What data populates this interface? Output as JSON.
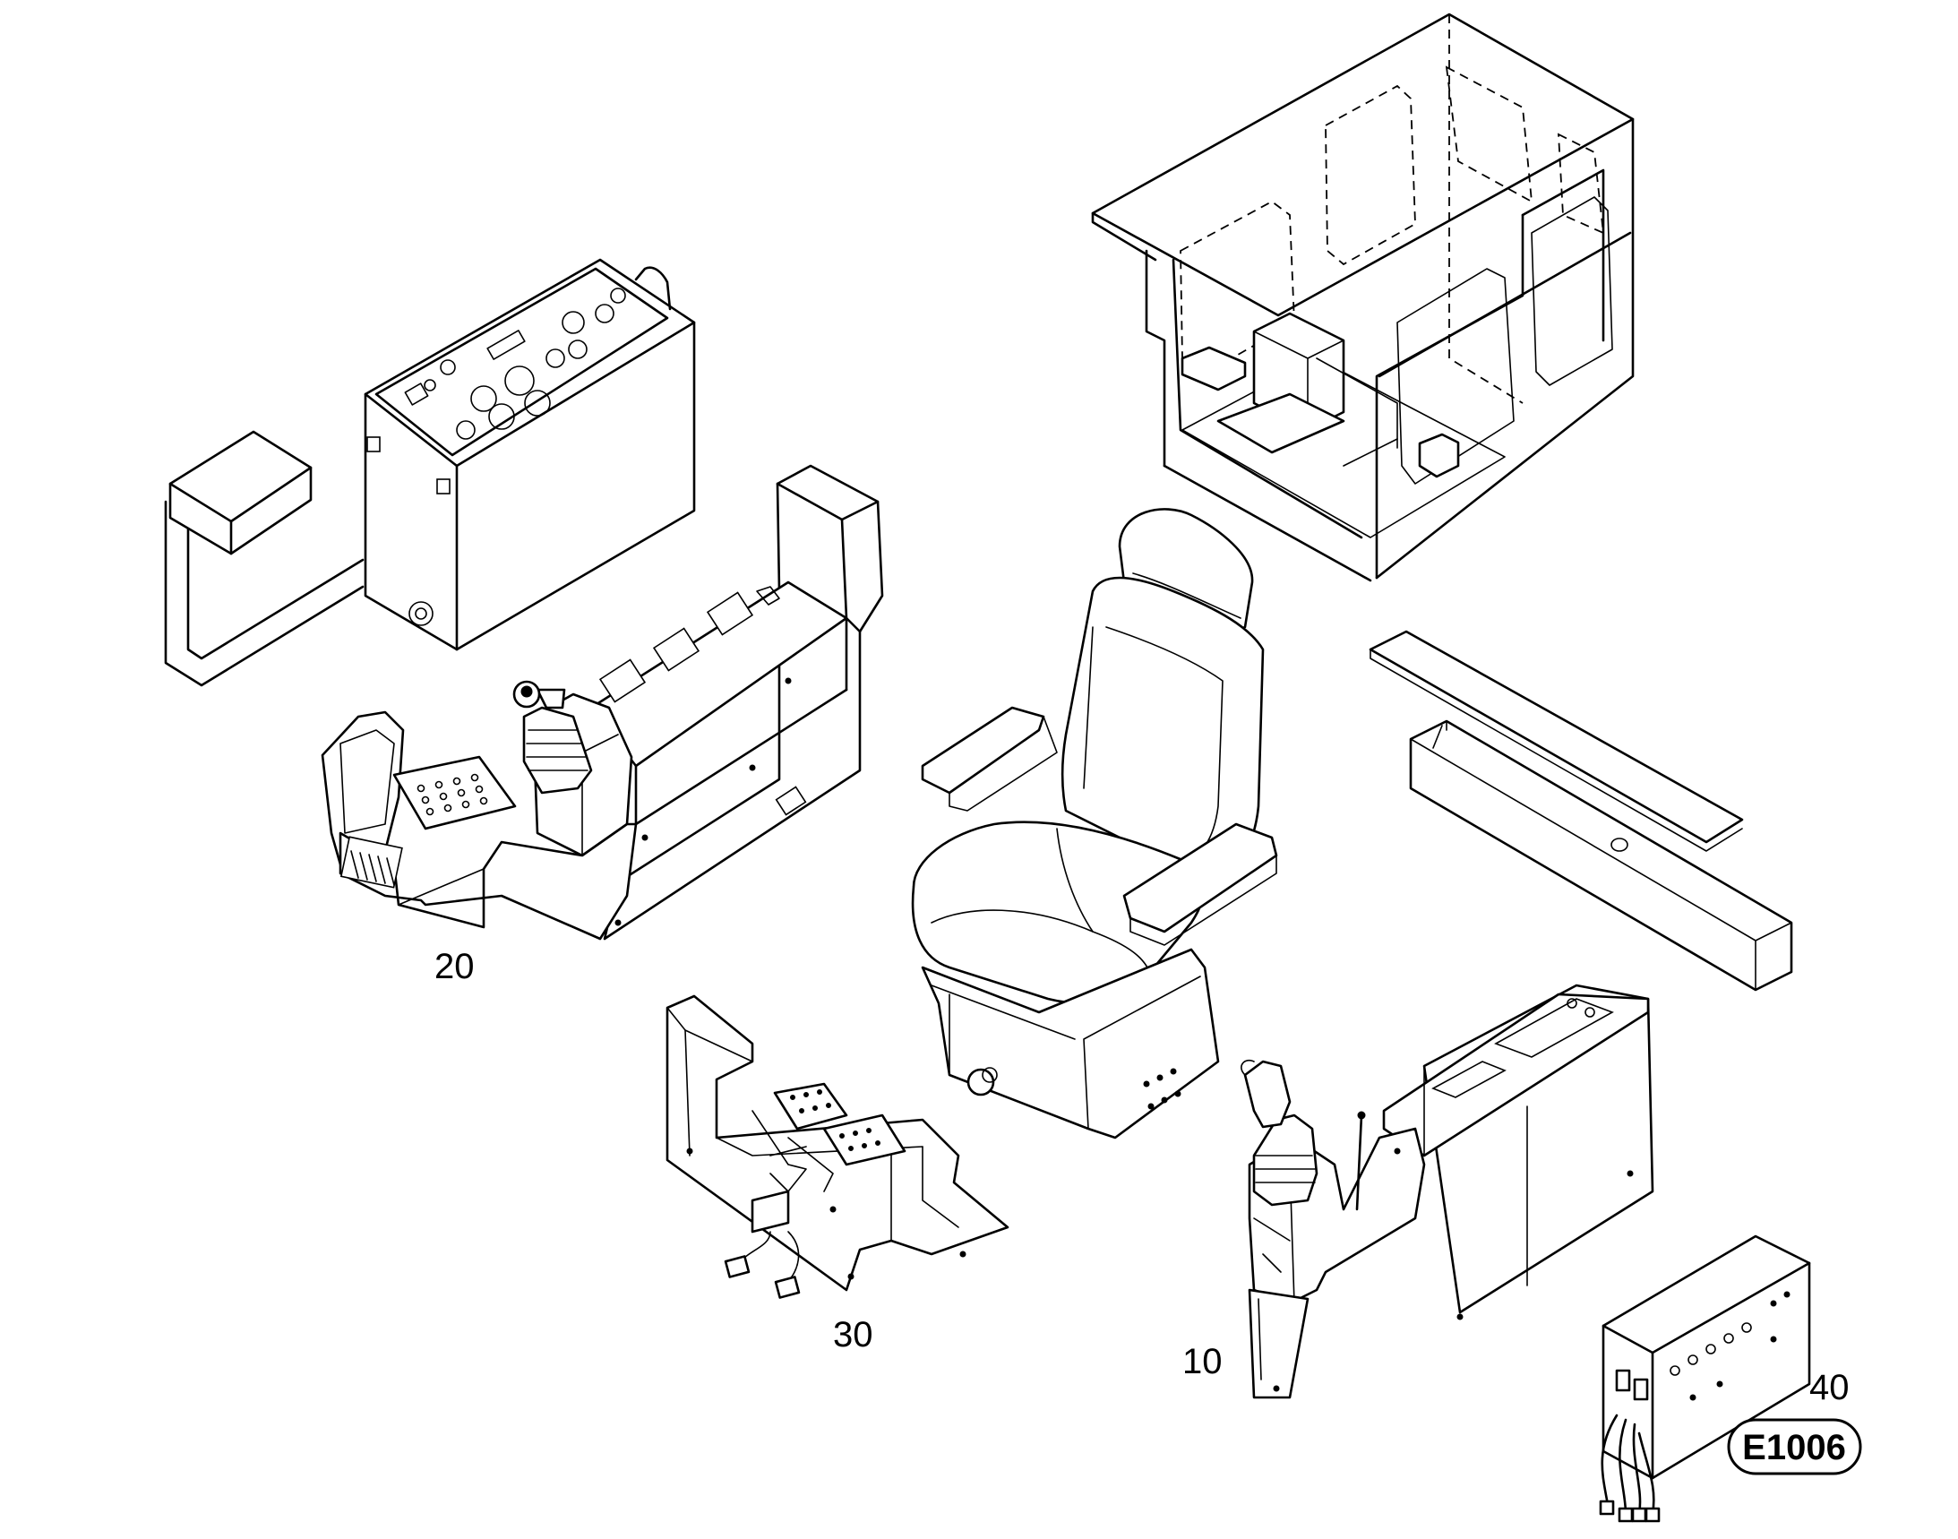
{
  "diagram": {
    "callouts": [
      {
        "id": "10",
        "label": "10"
      },
      {
        "id": "20",
        "label": "20"
      },
      {
        "id": "30",
        "label": "30"
      },
      {
        "id": "40",
        "label": "40"
      }
    ],
    "drawing_id": "E1006"
  }
}
